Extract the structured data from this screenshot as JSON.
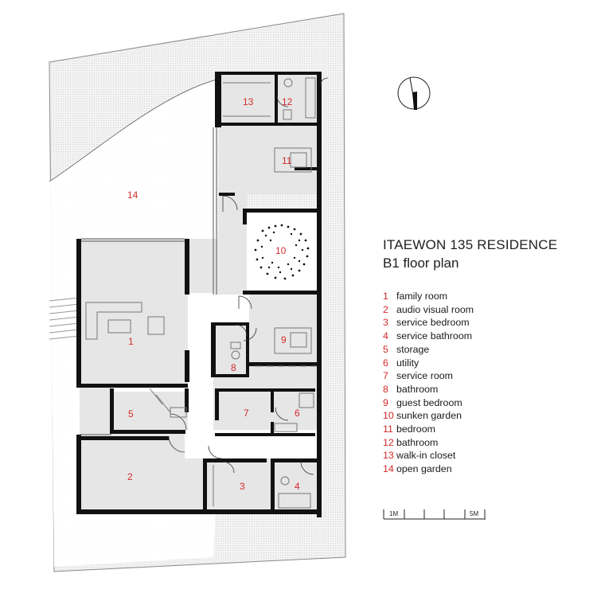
{
  "title": "ITAEWON 135 RESIDENCE",
  "subtitle": "B1 floor plan",
  "legend": [
    {
      "num": "1",
      "label": "family room"
    },
    {
      "num": "2",
      "label": "audio visual room"
    },
    {
      "num": "3",
      "label": "service bedroom"
    },
    {
      "num": "4",
      "label": "service bathroom"
    },
    {
      "num": "5",
      "label": "storage"
    },
    {
      "num": "6",
      "label": "utility"
    },
    {
      "num": "7",
      "label": "service room"
    },
    {
      "num": "8",
      "label": "bathroom"
    },
    {
      "num": "9",
      "label": "guest bedroom"
    },
    {
      "num": "10",
      "label": "sunken garden"
    },
    {
      "num": "11",
      "label": "bedroom"
    },
    {
      "num": "12",
      "label": "bathroom"
    },
    {
      "num": "13",
      "label": "walk-in closet"
    },
    {
      "num": "14",
      "label": "open garden"
    }
  ],
  "rooms": {
    "r1": "1",
    "r2": "2",
    "r3": "3",
    "r4": "4",
    "r5": "5",
    "r6": "6",
    "r7": "7",
    "r8": "8",
    "r9": "9",
    "r10": "10",
    "r11": "11",
    "r12": "12",
    "r13": "13",
    "r14": "14"
  },
  "scale": {
    "label_start": "1M",
    "label_end": "5M"
  },
  "colors": {
    "room_number": "#d42a2a",
    "wall": "#111111",
    "floor": "#e6e6e6",
    "hatch": "#f1f1f1"
  }
}
